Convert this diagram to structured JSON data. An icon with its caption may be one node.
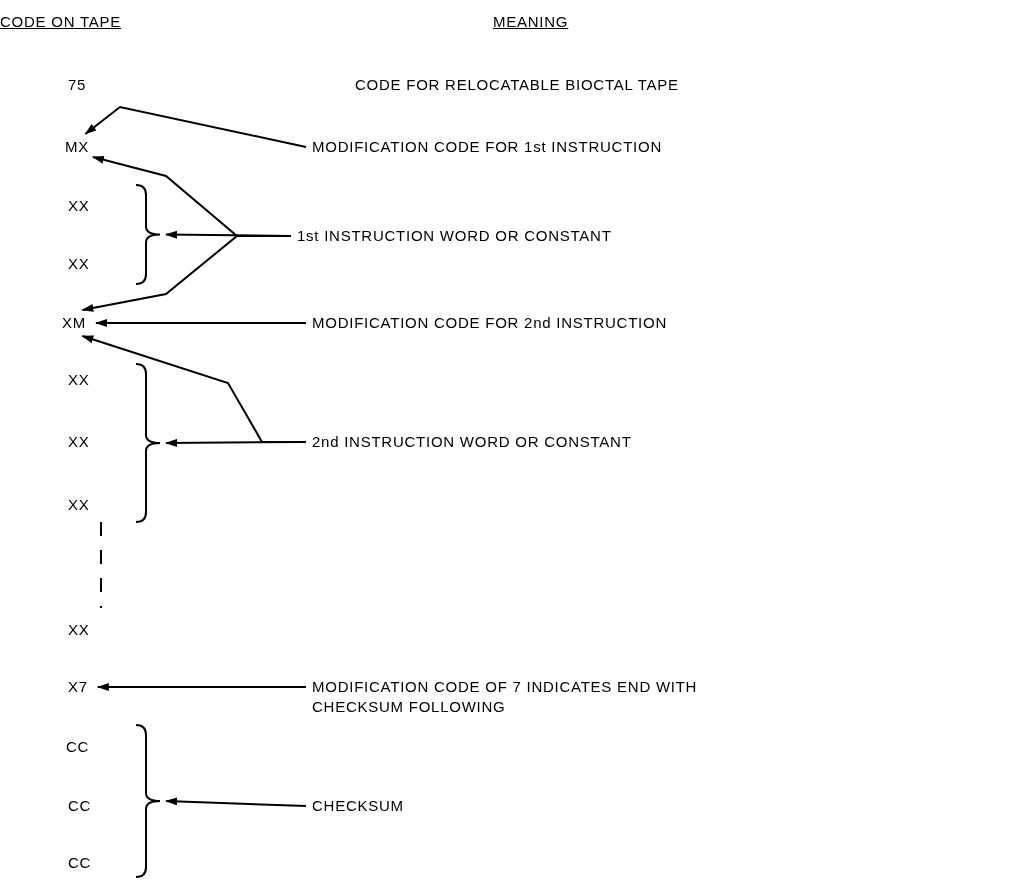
{
  "diagram": {
    "nodes": [
      {
        "text": [
          "75"
        ]
      },
      {
        "text": [
          "MX"
        ]
      },
      {
        "text": [
          "XX"
        ]
      },
      {
        "text": [
          "XX"
        ]
      },
      {
        "text": [
          "XM"
        ]
      },
      {
        "text": [
          "XX"
        ]
      },
      {
        "text": [
          "XX"
        ]
      },
      {
        "text": [
          "XX"
        ]
      },
      {
        "text": [
          "XX"
        ]
      },
      {
        "text": [
          "X7"
        ]
      },
      {
        "text": [
          "CC"
        ]
      },
      {
        "text": [
          "CC"
        ]
      },
      {
        "text": [
          "CC"
        ]
      },
      {
        "text": [],
        "shape": "brace"
      },
      {
        "text": [],
        "shape": "brace"
      },
      {
        "text": [],
        "shape": "brace"
      },
      {
        "text": [
          "CODE FOR RELOCATABLE BIOCTAL TAPE"
        ]
      },
      {
        "text": [
          "MODIFICATION CODE FOR 1st INSTRUCTION"
        ]
      },
      {
        "text": [
          "1st INSTRUCTION WORD OR CONSTANT"
        ]
      },
      {
        "text": [
          "MODIFICATION CODE FOR 2nd INSTRUCTION"
        ]
      },
      {
        "text": [
          "2nd INSTRUCTION WORD OR CONSTANT"
        ]
      },
      {
        "text": [
          "MODIFICATION CODE OF 7 INDICATES END WITH CHECKSUM FOLLOWING"
        ]
      },
      {
        "text": [
          "CHECKSUM"
        ]
      }
    ],
    "edges": [
      {
        "from": 17,
        "to": 1,
        "arrow": "to"
      },
      {
        "from": 18,
        "to": 13,
        "arrow": "to"
      },
      {
        "from": 18,
        "to": 1,
        "arrow": "to"
      },
      {
        "from": 18,
        "to": 4,
        "arrow": "to"
      },
      {
        "from": 19,
        "to": 4,
        "arrow": "to"
      },
      {
        "from": 20,
        "to": 14,
        "arrow": "to"
      },
      {
        "from": 20,
        "to": 4,
        "arrow": "to"
      },
      {
        "from": 21,
        "to": 9,
        "arrow": "to"
      },
      {
        "from": 22,
        "to": 15,
        "arrow": "to"
      }
    ],
    "labels": [
      "CODE ON TAPE",
      "MEANING"
    ]
  }
}
